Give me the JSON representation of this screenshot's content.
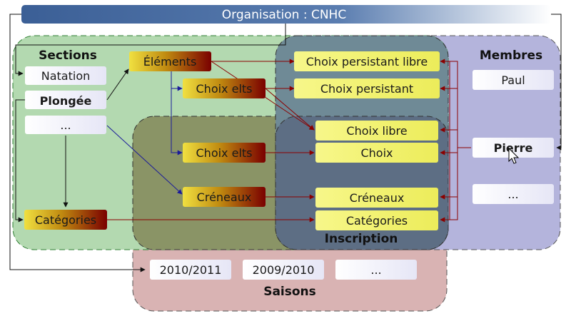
{
  "title": "Organisation : CNHC",
  "regions": {
    "sections": "Sections",
    "membres": "Membres",
    "inscription": "Inscription",
    "saisons": "Saisons"
  },
  "sections": {
    "natation": "Natation",
    "plongee": "Plongée",
    "more": "..."
  },
  "elements": "Éléments",
  "choix_elts_1": "Choix elts",
  "choix_elts_2": "Choix elts",
  "creneaux_src": "Créneaux",
  "categories_src": "Catégories",
  "inscription_items": {
    "choix_persistant_libre": "Choix persistant libre",
    "choix_persistant": "Choix persistant",
    "choix_libre": "Choix libre",
    "choix": "Choix",
    "creneaux": "Créneaux",
    "categories": "Catégories"
  },
  "membres": {
    "paul": "Paul",
    "pierre": "Pierre",
    "more": "..."
  },
  "saisons": {
    "s1": "2010/2011",
    "s2": "2009/2010",
    "more": "..."
  },
  "colors": {
    "sections_bg": "#b3d9b0",
    "membres_bg": "#b4b4dc",
    "saisons_bg": "#d9b3b3",
    "inscription_bg": "#5a6e82",
    "yellow_box": "#f5f57a",
    "arrow_red": "#8b0000",
    "arrow_blue": "#1a1a9a"
  }
}
